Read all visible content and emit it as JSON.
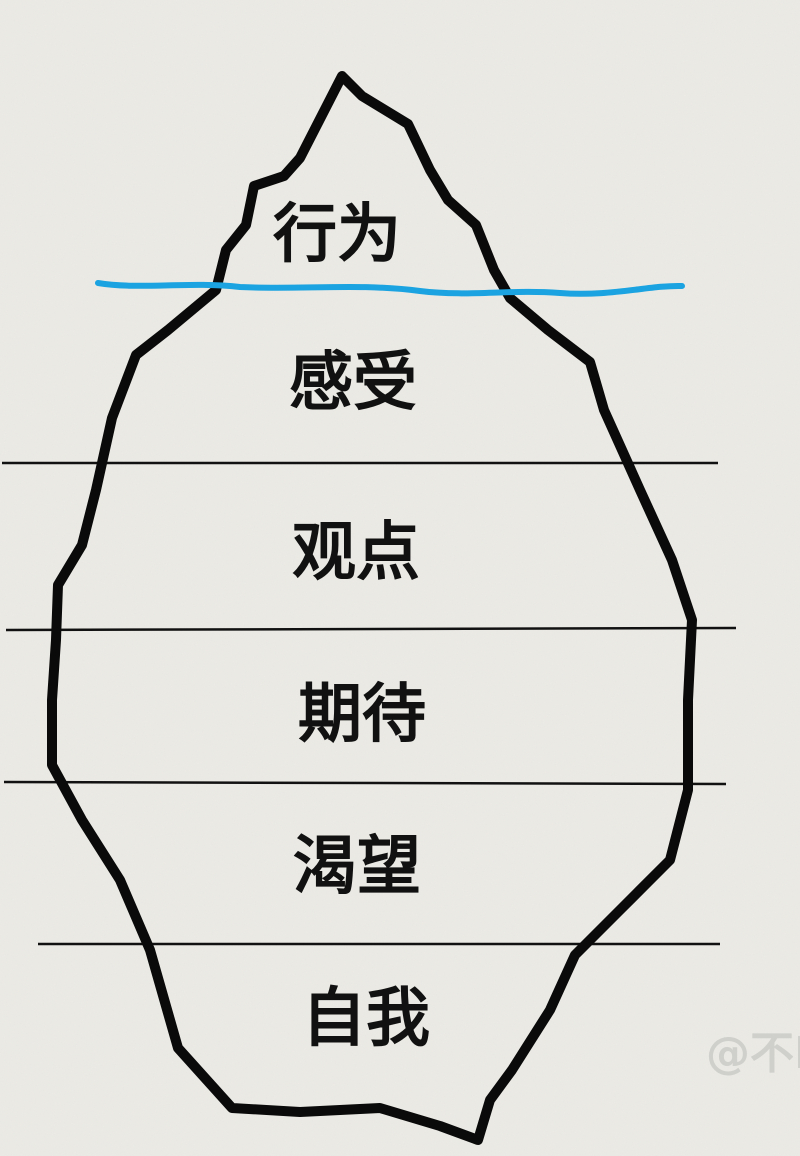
{
  "diagram": {
    "layers": [
      {
        "id": "behavior",
        "label": "行为"
      },
      {
        "id": "feelings",
        "label": "感受"
      },
      {
        "id": "perceptions",
        "label": "观点"
      },
      {
        "id": "expectations",
        "label": "期待"
      },
      {
        "id": "yearnings",
        "label": "渴望"
      },
      {
        "id": "self",
        "label": "自我"
      }
    ],
    "waterline_color": "#1aa3e0",
    "outline_color": "#0a0a0a",
    "background_color": "#ecebe6"
  },
  "watermark": "@不F"
}
